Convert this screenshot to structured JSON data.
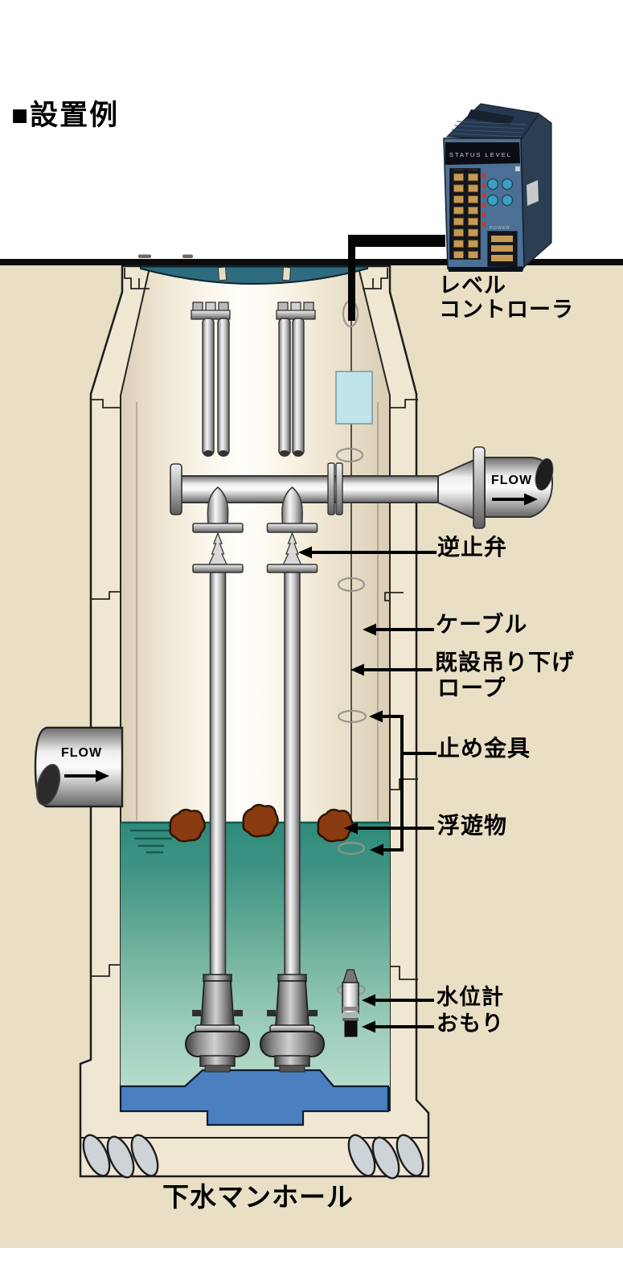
{
  "title": "■設置例",
  "controller": {
    "name_line1": "レベル",
    "name_line2": "コントローラ",
    "panel_text": "STATUS  LEVEL",
    "power_text": "POWER"
  },
  "annotations": {
    "check_valve": "逆止弁",
    "cable": "ケーブル",
    "rope_line1": "既設吊り下げ",
    "rope_line2": "ロープ",
    "clamp": "止め金具",
    "floating_matter": "浮遊物",
    "water_level_sensor": "水位計",
    "weight": "おもり",
    "caption": "下水マンホール",
    "flow_in": "FLOW",
    "flow_out": "FLOW"
  },
  "colors": {
    "ground_beige": "#E8DFC4",
    "concrete": "#EFE7D1",
    "cover_teal": "#2E6B7E",
    "water_top": "#2E8A7A",
    "water_bottom": "#B7DCCB",
    "sump_blue": "#4A7FC0",
    "controller_face": "#4C7095",
    "junction_box": "#BFE4EA",
    "floating_matter_brown": "#8A3A10"
  }
}
